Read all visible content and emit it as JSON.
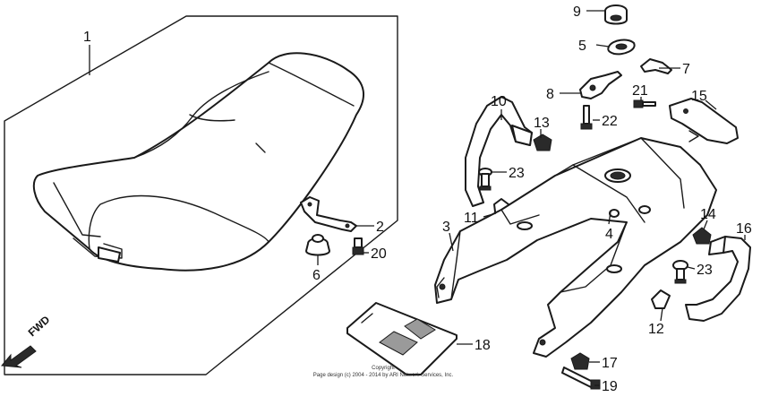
{
  "callouts": [
    {
      "id": "1",
      "label": "1"
    },
    {
      "id": "2",
      "label": "2"
    },
    {
      "id": "3",
      "label": "3"
    },
    {
      "id": "4",
      "label": "4"
    },
    {
      "id": "5",
      "label": "5"
    },
    {
      "id": "6",
      "label": "6"
    },
    {
      "id": "7",
      "label": "7"
    },
    {
      "id": "8",
      "label": "8"
    },
    {
      "id": "9",
      "label": "9"
    },
    {
      "id": "10",
      "label": "10"
    },
    {
      "id": "11",
      "label": "11"
    },
    {
      "id": "12",
      "label": "12"
    },
    {
      "id": "13",
      "label": "13"
    },
    {
      "id": "14",
      "label": "14"
    },
    {
      "id": "15",
      "label": "15"
    },
    {
      "id": "16",
      "label": "16"
    },
    {
      "id": "17",
      "label": "17"
    },
    {
      "id": "18",
      "label": "18"
    },
    {
      "id": "19",
      "label": "19"
    },
    {
      "id": "20",
      "label": "20"
    },
    {
      "id": "21",
      "label": "21"
    },
    {
      "id": "22",
      "label": "22"
    },
    {
      "id": "23a",
      "label": "23"
    },
    {
      "id": "23b",
      "label": "23"
    }
  ],
  "fwd_label": "FWD",
  "copyright_line1": "Copyright",
  "copyright_line2": "Page design (c) 2004 - 2014 by ARI Network Services, Inc."
}
